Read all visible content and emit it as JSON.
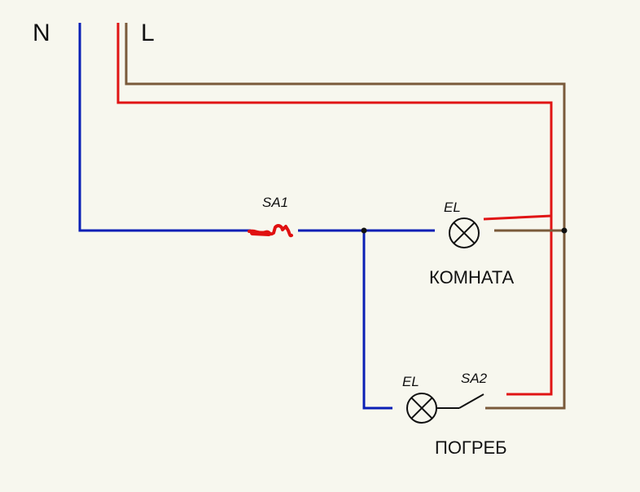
{
  "labels": {
    "neutral": "N",
    "line": "L",
    "switch1": "SA1",
    "lamp_room": "EL",
    "room": "КОМНАТА",
    "lamp_cellar": "EL",
    "switch2": "SA2",
    "cellar": "ПОГРЕБ"
  },
  "colors": {
    "background": "#f7f7ee",
    "neutral_wire": "#0a1fb5",
    "phase_wire": "#e01414",
    "return_wire": "#7a5a3a",
    "symbol": "#111111",
    "sa1_marking": "#e01010"
  }
}
